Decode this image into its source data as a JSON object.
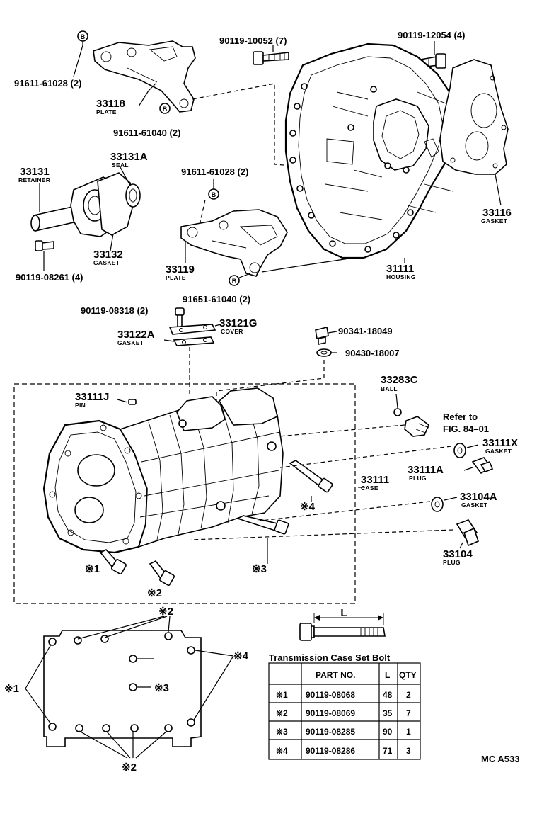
{
  "labels": {
    "p90119_10052": "90119-10052 (7)",
    "p90119_12054": "90119-12054 (4)",
    "p91611_61028_top": "91611-61028 (2)",
    "p33118": "33118",
    "p33118_sub": "PLATE",
    "p91611_61040": "91611-61040 (2)",
    "p33131": "33131",
    "p33131_sub": "RETAINER",
    "p33131A": "33131A",
    "p33131A_sub": "SEAL",
    "p91611_61028_mid": "91611-61028 (2)",
    "p33132": "33132",
    "p33132_sub": "GASKET",
    "p90119_08261": "90119-08261 (4)",
    "p33119": "33119",
    "p33119_sub": "PLATE",
    "p91651_61040": "91651-61040 (2)",
    "p33116": "33116",
    "p33116_sub": "GASKET",
    "p31111": "31111",
    "p31111_sub": "HOUSING",
    "p90119_08318": "90119-08318 (2)",
    "p33121G": "33121G",
    "p33121G_sub": "COVER",
    "p33122A": "33122A",
    "p33122A_sub": "GASKET",
    "p90341_18049": "90341-18049",
    "p90430_18007": "90430-18007",
    "p33283C": "33283C",
    "p33283C_sub": "BALL",
    "refer1": "Refer to",
    "refer2": "FIG. 84–01",
    "p33111J": "33111J",
    "p33111J_sub": "PIN",
    "p33111X": "33111X",
    "p33111X_sub": "GASKET",
    "p33111A": "33111A",
    "p33111A_sub": "PLUG",
    "p33111": "33111",
    "p33111_sub": "CASE",
    "p33104A": "33104A",
    "p33104A_sub": "GASKET",
    "p33104": "33104",
    "p33104_sub": "PLUG",
    "bolt_mark": "B",
    "m1": "※1",
    "m2": "※2",
    "m3": "※3",
    "m4": "※4",
    "dim_L": "L",
    "code": "MC A533"
  },
  "table": {
    "title": "Transmission Case Set Bolt",
    "headers": [
      "",
      "PART NO.",
      "L",
      "QTY"
    ],
    "rows": [
      [
        "※1",
        "90119-08068",
        "48",
        "2"
      ],
      [
        "※2",
        "90119-08069",
        "35",
        "7"
      ],
      [
        "※3",
        "90119-08285",
        "90",
        "1"
      ],
      [
        "※4",
        "90119-08286",
        "71",
        "3"
      ]
    ]
  }
}
